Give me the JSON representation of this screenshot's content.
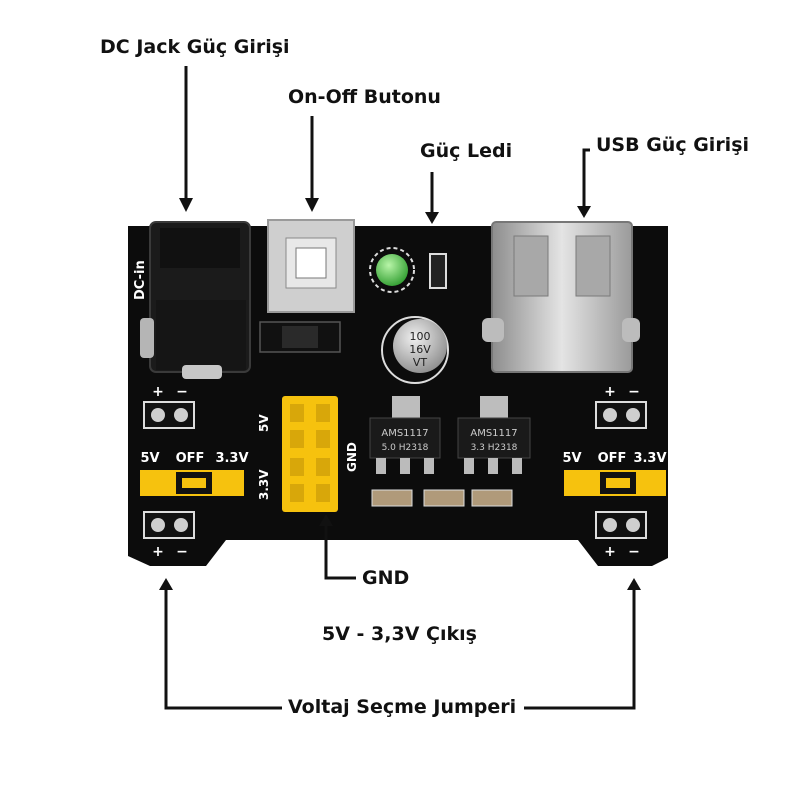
{
  "callouts": {
    "dc_jack": "DC Jack Güç Girişi",
    "on_off": "On-Off Butonu",
    "power_led": "Güç Ledi",
    "usb_input": "USB Güç Girişi",
    "gnd": "GND",
    "output": "5V - 3,3V  Çıkış",
    "jumper": "Voltaj Seçme Jumperi"
  },
  "board": {
    "dc_in": "DC-in",
    "capacitor_lines": [
      "100",
      "16V",
      "VT"
    ],
    "reg_left": [
      "AMS1117",
      "5.0   H2318"
    ],
    "reg_right": [
      "AMS1117",
      "3.3   H2318"
    ],
    "header_5v": "5V",
    "header_33v": "3.3V",
    "header_gnd": "GND",
    "jumper_left": [
      "5V",
      "OFF",
      "3.3V"
    ],
    "jumper_right": [
      "5V",
      "OFF",
      "3.3V"
    ],
    "plus": "+",
    "minus": "−"
  },
  "colors": {
    "pcb": "#0c0c0c",
    "jumper_yellow": "#f6c20e",
    "led_green": "#39c43a",
    "metal": "#c9c9c9"
  }
}
